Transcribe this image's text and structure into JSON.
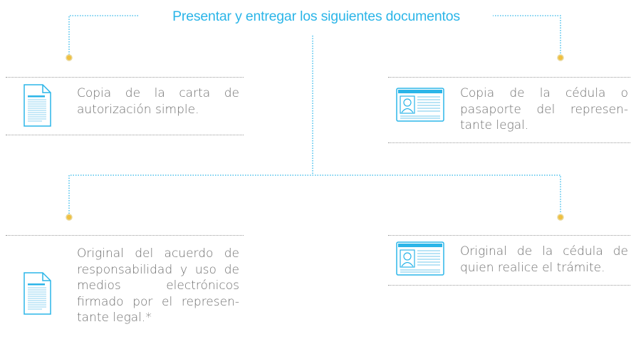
{
  "header": {
    "title": "Presentar  y entregar los siguientes documentos"
  },
  "colors": {
    "accent": "#2bb5e8",
    "node": "#f0c040",
    "text": "#6f6f6f",
    "rule": "#9a9a9a"
  },
  "items": [
    {
      "text": "Copia de la carta de autorización simple.",
      "icon": "document-icon"
    },
    {
      "text": "Copia de la cédula o pasaporte del represen-tante legal.",
      "icon": "id-card-icon"
    },
    {
      "text": "Original del acuerdo de responsabilidad y uso de medios electrónicos firmado por el represen-tante legal.*",
      "icon": "document-icon"
    },
    {
      "text": "Original de la cédula de quien realice el trámite.",
      "icon": "id-card-icon"
    }
  ]
}
